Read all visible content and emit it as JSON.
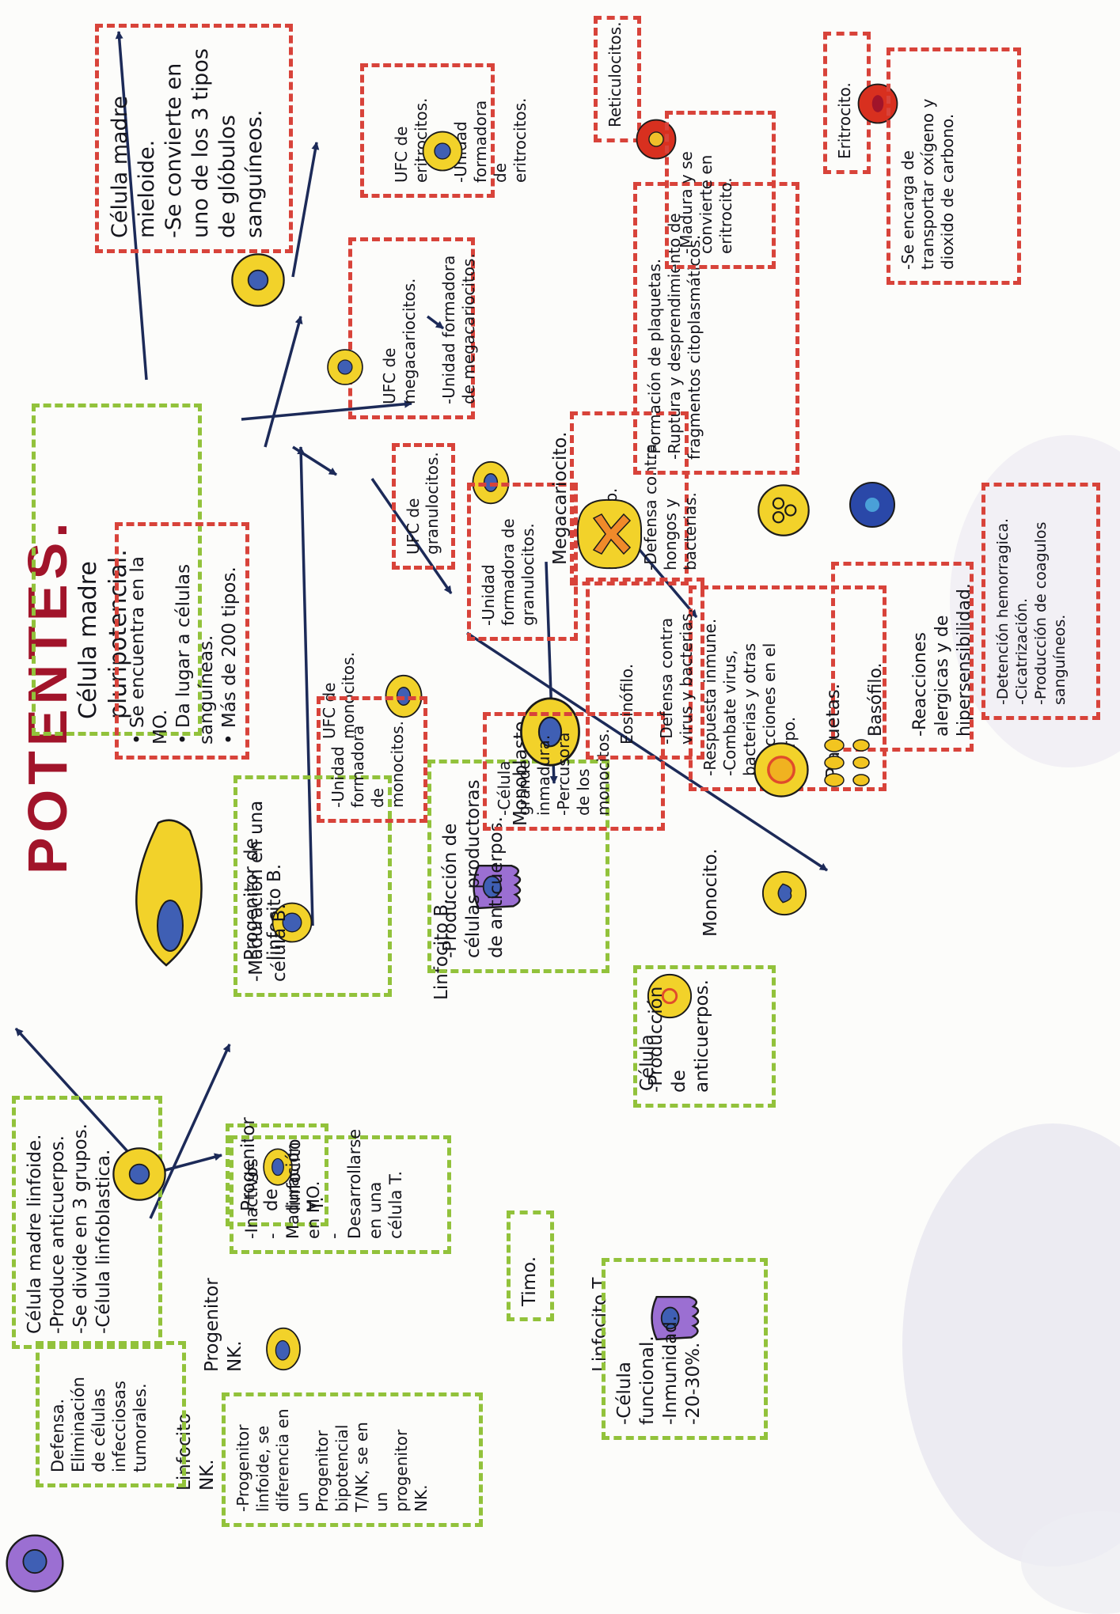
{
  "title_fragment": "POTENTES.",
  "colors": {
    "green_border": "#92c23b",
    "red_border": "#d8433a",
    "cell_yellow": "#f2d22a",
    "nucleus_blue": "#3f5fb4",
    "erythrocyte_red": "#d22f2a",
    "purple": "#9b6fd2",
    "ink": "#1c2a58"
  },
  "stem": {
    "label": "Célula madre pluripotencial.",
    "bullets": "• Se encuentra en la MO.\n• Da lugar a células sanguíneas.\n• Más de 200 tipos."
  },
  "lymphoid": {
    "stem": "Célula madre linfoide.\n-Produce anticuerpos.\n-Se divide en 3 grupos.\n-Célula linfoblastica.",
    "nk_progenitor": "Progenitor NK.",
    "nk_progenitor_desc": "-Progenitor linfoide, se diferencia en un Progenitor bipotencial T/NK, se en un progenitor NK.",
    "nk_cell": "Linfocito NK.",
    "nk_cell_desc": "Defensa.\nEliminación de células infecciosas tumorales.",
    "t_progenitor": "Progenitor de linfocito T.",
    "t_progenitor_desc": "-Inactivos\n-Maduración en MO.\n-Desarrollarse en una célula T.",
    "thymus": "Timo.",
    "t_cell": "Linfocito T.",
    "t_cell_desc": "-Célula funcional.\n-Inmunidad.\n-20-30%.",
    "b_progenitor": "Progenitor de linfocito B.",
    "b_progenitor_desc": "-Maduración en una célula B.",
    "b_cell": "Linfocito B.",
    "b_cell_desc": "-Producción de células productoras de anticuerpos.",
    "plasma_cell": "Célula",
    "plasma_cell_desc": "-Producción de anticuerpos."
  },
  "myeloid": {
    "stem": "Célula madre mieloide.\n-Se convierte en uno de los 3 tipos de glóbulos sanguíneos.",
    "cfu_mono": "UFC de monocitos.",
    "cfu_mono_desc": "-Unidad formadora de monocitos.",
    "monoblast": "Monoblasto.",
    "monoblast_desc": "-Célula grande inmadura.\n-Percusora de los monocitos.",
    "monocyte": "Monocito.",
    "monocyte_desc": "-Respuesta inmune.\n-Combate virus, bacterias y otras infecciones en el cuerpo.",
    "cfu_gran": "UFC de granulocitos.",
    "cfu_gran_desc": "-Unidad formadora de granulocitos.",
    "eosinophil": "Eosinófilo.",
    "eosinophil_desc": "-Defensa contra virus y bacterias.",
    "neutrophil": "Neutrófilo.",
    "neutrophil_desc": "-Defensa contra hongos y bacterias.",
    "basophil": "Basófilo.",
    "basophil_desc": "-Reacciones alergicas y de hipersensibilidad.",
    "cfu_mega": "UFC de megacariocitos.",
    "cfu_mega_desc": "-Unidad formadora de megacariocitos.",
    "megakaryocyte": "Megacariocito.",
    "megakaryocyte_desc": "-Formación de plaquetas.\n-Ruptura y desprendimiento de fragmentos citoplasmáticos.",
    "platelets": "Plaquetas.",
    "platelets_desc": "-Detención hemorragica.\n-Cicatrización.\n-Producción de coagulos sanguíneos.",
    "cfu_ery": "UFC de eritrocitos.",
    "cfu_ery_desc": "-Unidad formadora de eritrocitos.",
    "reticulocyte": "Reticulocitos.",
    "reticulocyte_desc": "-Madura y se convierte en eritrocito.",
    "erythrocyte": "Eritrocito.",
    "erythrocyte_desc": "-Se encarga de transportar oxígeno y dioxido de carbono."
  }
}
